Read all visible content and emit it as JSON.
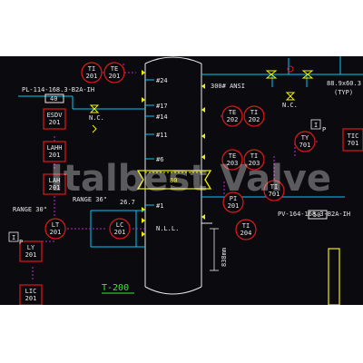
{
  "colors": {
    "background": "#0b0b0f",
    "vessel": "#e8e8e8",
    "process_line": "#00c8ff",
    "signal_line": "#ff2aff",
    "instrument_circle": "#e01818",
    "nozzle": "#f0f000",
    "valve": "#f0f000",
    "tag_text": "#e8e8e8",
    "title_text": "#38e838"
  },
  "watermark": "Italbest Valve",
  "vessel": {
    "tag": "T-200"
  },
  "trays": [
    "#24",
    "#17",
    "#14",
    "#11",
    "#6",
    "#1"
  ],
  "feed_tray": "80",
  "level_label": "N.L.L.",
  "dimension": "838mm",
  "lines": {
    "top_left": "PL-114-168.3-B2A-IH",
    "right": "PV-164-168.3-B2A-IH",
    "top_right": "88.9x60.3",
    "typ": "(TYP)",
    "ansi": "300# ANSI"
  },
  "line_boxes": {
    "top_left": "40",
    "right": "50"
  },
  "valve_notes": {
    "left": "N.C.",
    "top_right": "N.C."
  },
  "ranges": {
    "lt": "RANGE 30\"",
    "lc": "RANGE 36\"",
    "dim": "26.7"
  },
  "interlock": "I",
  "interlock_sub": "P",
  "instruments": [
    {
      "id": "ti-201",
      "func": "TI",
      "num": "201"
    },
    {
      "id": "te-201",
      "func": "TE",
      "num": "201"
    },
    {
      "id": "te-202",
      "func": "TE",
      "num": "202"
    },
    {
      "id": "ti-202",
      "func": "TI",
      "num": "202"
    },
    {
      "id": "te-203",
      "func": "TE",
      "num": "203"
    },
    {
      "id": "ti-203",
      "func": "TI",
      "num": "203"
    },
    {
      "id": "pi-201",
      "func": "PI",
      "num": "201"
    },
    {
      "id": "ti-204",
      "func": "TI",
      "num": "204"
    },
    {
      "id": "ty-701",
      "func": "TY",
      "num": "701"
    },
    {
      "id": "tic-701",
      "func": "TIC",
      "num": "701"
    },
    {
      "id": "ti-701",
      "func": "TI",
      "num": "701"
    },
    {
      "id": "esdv-201",
      "func": "ESDV",
      "num": "201"
    },
    {
      "id": "lahh-201",
      "func": "LAHH",
      "num": "201"
    },
    {
      "id": "lah-201",
      "func": "LAH",
      "num": "201"
    },
    {
      "id": "lt-201",
      "func": "LT",
      "num": "201"
    },
    {
      "id": "lc-201",
      "func": "LC",
      "num": "201"
    },
    {
      "id": "ly-201",
      "func": "LY",
      "num": "201"
    },
    {
      "id": "lic-201",
      "func": "LIC",
      "num": "201"
    }
  ]
}
